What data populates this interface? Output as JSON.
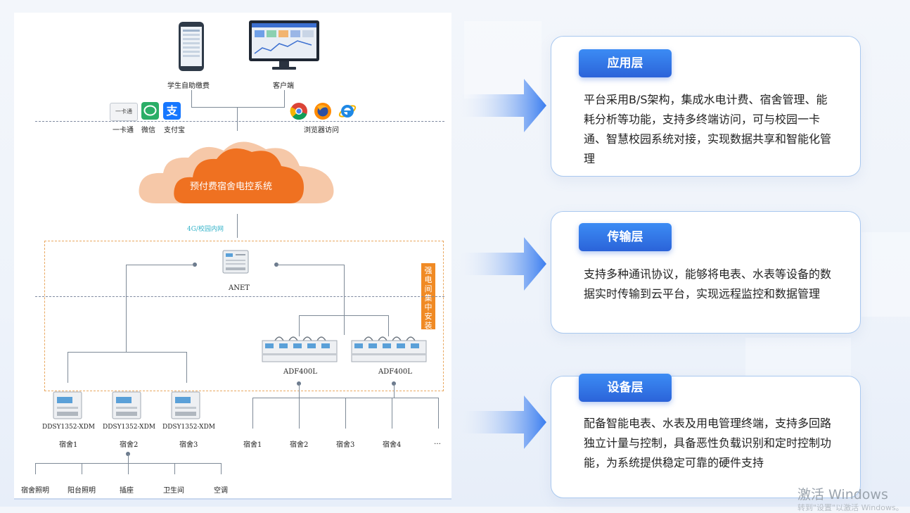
{
  "diagram": {
    "terminals": {
      "phone_label": "学生自助缴费",
      "client_label": "客户端"
    },
    "payment": {
      "card_label": "一卡通",
      "card_icon_text": "一卡通",
      "wechat_label": "微信",
      "alipay_label": "支付宝",
      "alipay_glyph": "支"
    },
    "browser_label": "浏览器访问",
    "cloud_label": "预付费宿舍电控系统",
    "network_label": "4G/校园内网",
    "gateway_label": "ANET",
    "install_label": "强电间集中安装",
    "meters_left": [
      "DDSY1352-XDM",
      "DDSY1352-XDM",
      "DDSY1352-XDM"
    ],
    "rooms_left": [
      "宿舍1",
      "宿舍2",
      "宿舍3"
    ],
    "adf_labels": [
      "ADF400L",
      "ADF400L"
    ],
    "rooms_right": [
      "宿舍1",
      "宿舍2",
      "宿舍3",
      "宿舍4",
      "…"
    ],
    "circuits": [
      "宿舍照明",
      "阳台照明",
      "插座",
      "卫生间",
      "空调"
    ]
  },
  "layers": [
    {
      "title": "应用层",
      "text": "平台采用B/S架构，集成水电计费、宿舍管理、能耗分析等功能，支持多终端访问，可与校园一卡通、智慧校园系统对接，实现数据共享和智能化管理"
    },
    {
      "title": "传输层",
      "text": "支持多种通讯协议，能够将电表、水表等设备的数据实时传输到云平台，实现远程监控和数据管理"
    },
    {
      "title": "设备层",
      "text": "配备智能电表、水表及用电管理终端，支持多回路独立计量与控制，具备恶性负载识别和定时控制功能，为系统提供稳定可靠的硬件支持"
    }
  ],
  "watermark": {
    "line1": "激活 Windows",
    "line2": "转到\"设置\"以激活 Windows。"
  },
  "colors": {
    "accent": "#2b63d9",
    "cloud": "#ef7121",
    "cloud_back": "#f6c8a8",
    "install_box": "#f08a24"
  }
}
